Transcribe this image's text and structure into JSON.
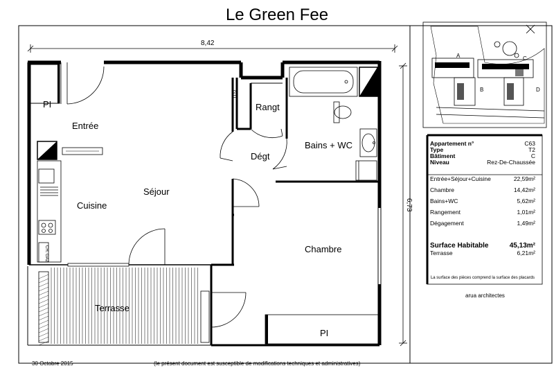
{
  "title": "Le Green Fee",
  "dimensions": {
    "width": "8,42",
    "height": "6,73"
  },
  "rooms": {
    "pl_top": "PI",
    "entree": "Entrée",
    "sejour": "Séjour",
    "cuisine": "Cuisine",
    "terrasse": "Terrasse",
    "rangt": "Rangt",
    "degt": "Dégt",
    "bains": "Bains + WC",
    "chambre": "Chambre",
    "pl_bottom": "PI",
    "gtl": "GTL",
    "ch_gaz": "CH. GAZ"
  },
  "site_plan": {
    "labels": [
      "A",
      "B",
      "C",
      "D"
    ]
  },
  "info": {
    "rows": [
      {
        "label": "Appartement n°",
        "value": "C63"
      },
      {
        "label": "Type",
        "value": "T2"
      },
      {
        "label": "Bâtiment",
        "value": "C"
      },
      {
        "label": "Niveau",
        "value": "Rez-De-Chaussée"
      }
    ],
    "areas": [
      {
        "label": "Entrée+Séjour+Cuisine",
        "value": "22,59m²"
      },
      {
        "label": "Chambre",
        "value": "14,42m²"
      },
      {
        "label": "Bains+WC",
        "value": "5,62m²"
      },
      {
        "label": "Rangement",
        "value": "1,01m²"
      },
      {
        "label": "Dégagement",
        "value": "1,49m²"
      }
    ],
    "surface_label": "Surface Habitable",
    "surface_value": "45,13m²",
    "terrasse_label": "Terrasse",
    "terrasse_value": "6,21m²",
    "note": "La surface des pièces comprend la surface des placards"
  },
  "architect": "arua architectes",
  "date": "30 Octobre 2015",
  "disclaimer": "(le  présent document est susceptible de modifications techniques et administratives)"
}
